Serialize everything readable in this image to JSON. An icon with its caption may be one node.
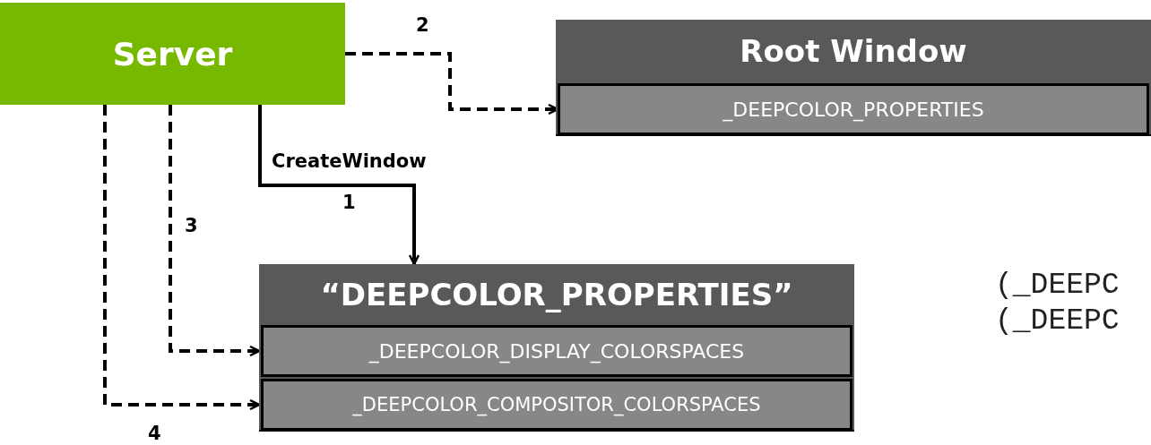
{
  "diagram": {
    "nodes": [
      {
        "text": [
          "Server"
        ]
      },
      {
        "text": [
          "Root Window"
        ]
      },
      {
        "text": [
          "_DEEPCOLOR_PROPERTIES"
        ],
        "in": 1
      },
      {
        "text": [
          "“DEEPCOLOR_PROPERTIES”"
        ]
      },
      {
        "text": [
          "_DEEPCOLOR_DISPLAY_COLORSPACES"
        ],
        "in": 3
      },
      {
        "text": [
          "_DEEPCOLOR_COMPOSITOR_COLORSPACES"
        ],
        "in": 3
      }
    ],
    "edges": [
      {
        "from": 0,
        "to": 3,
        "arrow": "to",
        "label": "CreateWindow"
      },
      {
        "from": 0,
        "to": 2,
        "arrow": "to",
        "style": "dashed"
      },
      {
        "from": 0,
        "to": 4,
        "arrow": "to",
        "style": "dashed"
      },
      {
        "from": 0,
        "to": 5,
        "arrow": "to",
        "style": "dashed"
      }
    ],
    "labels": [
      "2",
      "1",
      "3",
      "4",
      "(_DEEPC",
      "(_DEEPC"
    ]
  }
}
